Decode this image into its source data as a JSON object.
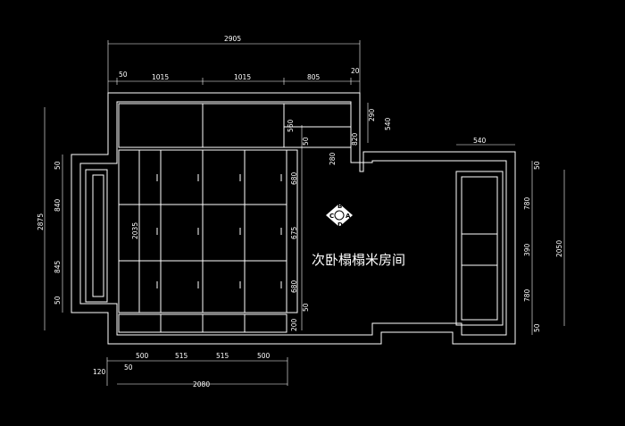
{
  "title": "次卧榻榻米房间",
  "marker_letters": [
    "B",
    "C",
    "A",
    "D"
  ],
  "colors": {
    "background": "#000000",
    "lines": "#ffffff",
    "dim_lines": "#ffffff"
  },
  "dims": {
    "top_total": "2905",
    "top_segments": [
      "50",
      "1015",
      "1015",
      "805",
      "20"
    ],
    "left_total": "2875",
    "left_segments": [
      "50",
      "840",
      "845",
      "50"
    ],
    "inner_height": "2035",
    "closet_right": [
      "560",
      "680",
      "675",
      "680",
      "50",
      "200"
    ],
    "small_right": [
      "50",
      "280"
    ],
    "niche": [
      "290",
      "540",
      "820"
    ],
    "right_wall_depth": "540",
    "right_shelf": [
      "50",
      "780",
      "390",
      "780",
      "50"
    ],
    "right_total": "2050",
    "bottom_segments": [
      "500",
      "515",
      "515",
      "500"
    ],
    "bottom_left": [
      "120",
      "50"
    ],
    "bottom_total": "2080"
  }
}
